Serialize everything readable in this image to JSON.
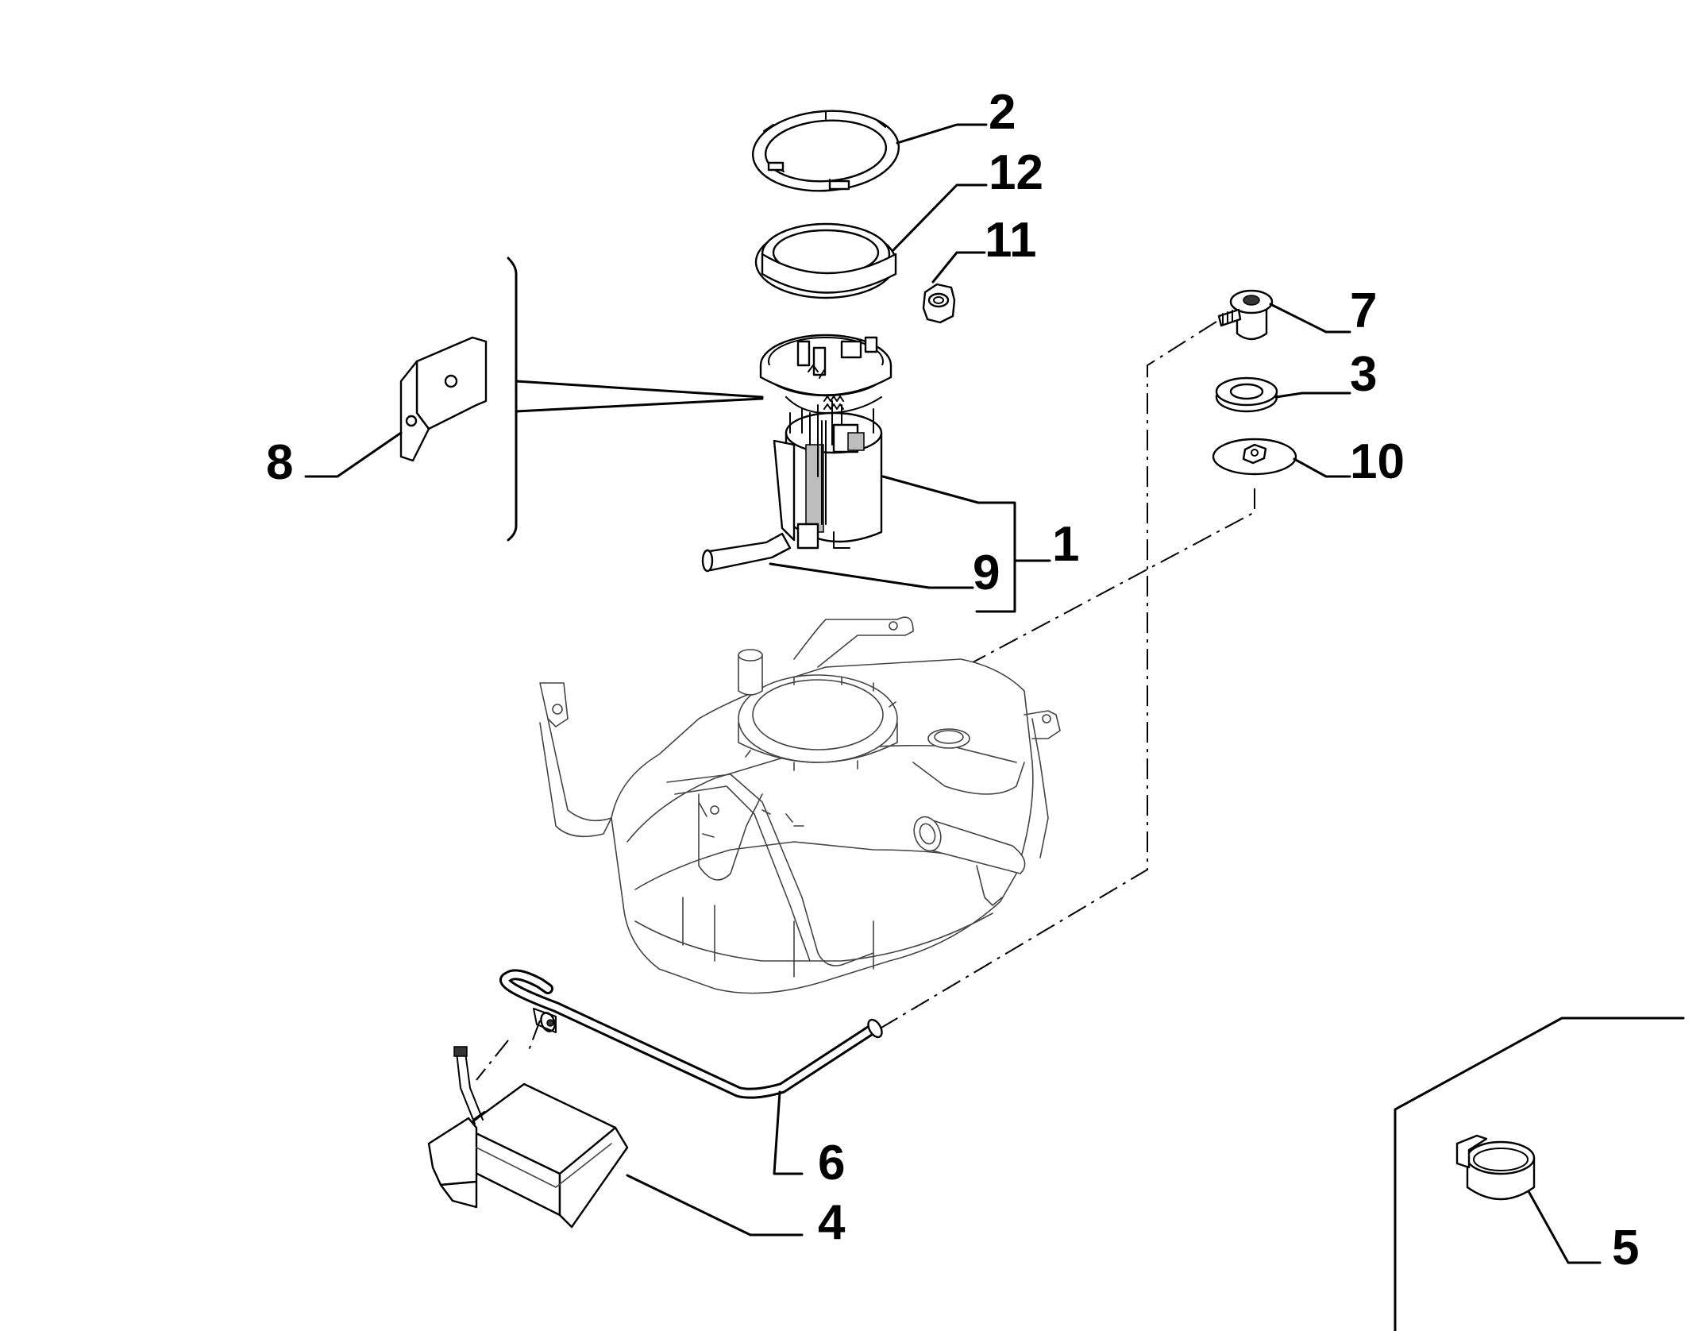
{
  "callouts": {
    "part_1": "1",
    "part_2": "2",
    "part_3": "3",
    "part_4": "4",
    "part_5": "5",
    "part_6": "6",
    "part_7": "7",
    "part_8": "8",
    "part_9": "9",
    "part_10": "10",
    "part_11": "11",
    "part_12": "12"
  }
}
